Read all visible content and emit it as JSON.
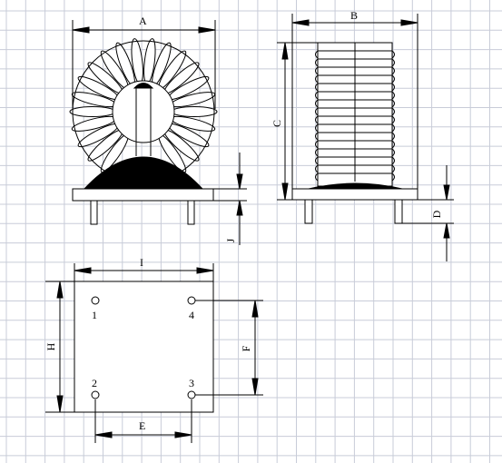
{
  "labels": {
    "A": "A",
    "B": "B",
    "C": "C",
    "D": "D",
    "E": "E",
    "F": "F",
    "H": "H",
    "I": "I",
    "J": "J"
  },
  "pins": {
    "p1": "1",
    "p2": "2",
    "p3": "3",
    "p4": "4"
  },
  "colors": {
    "grid": "#c8ccd8",
    "line": "#000000",
    "fill_dark": "#000000",
    "background": "#ffffff"
  }
}
